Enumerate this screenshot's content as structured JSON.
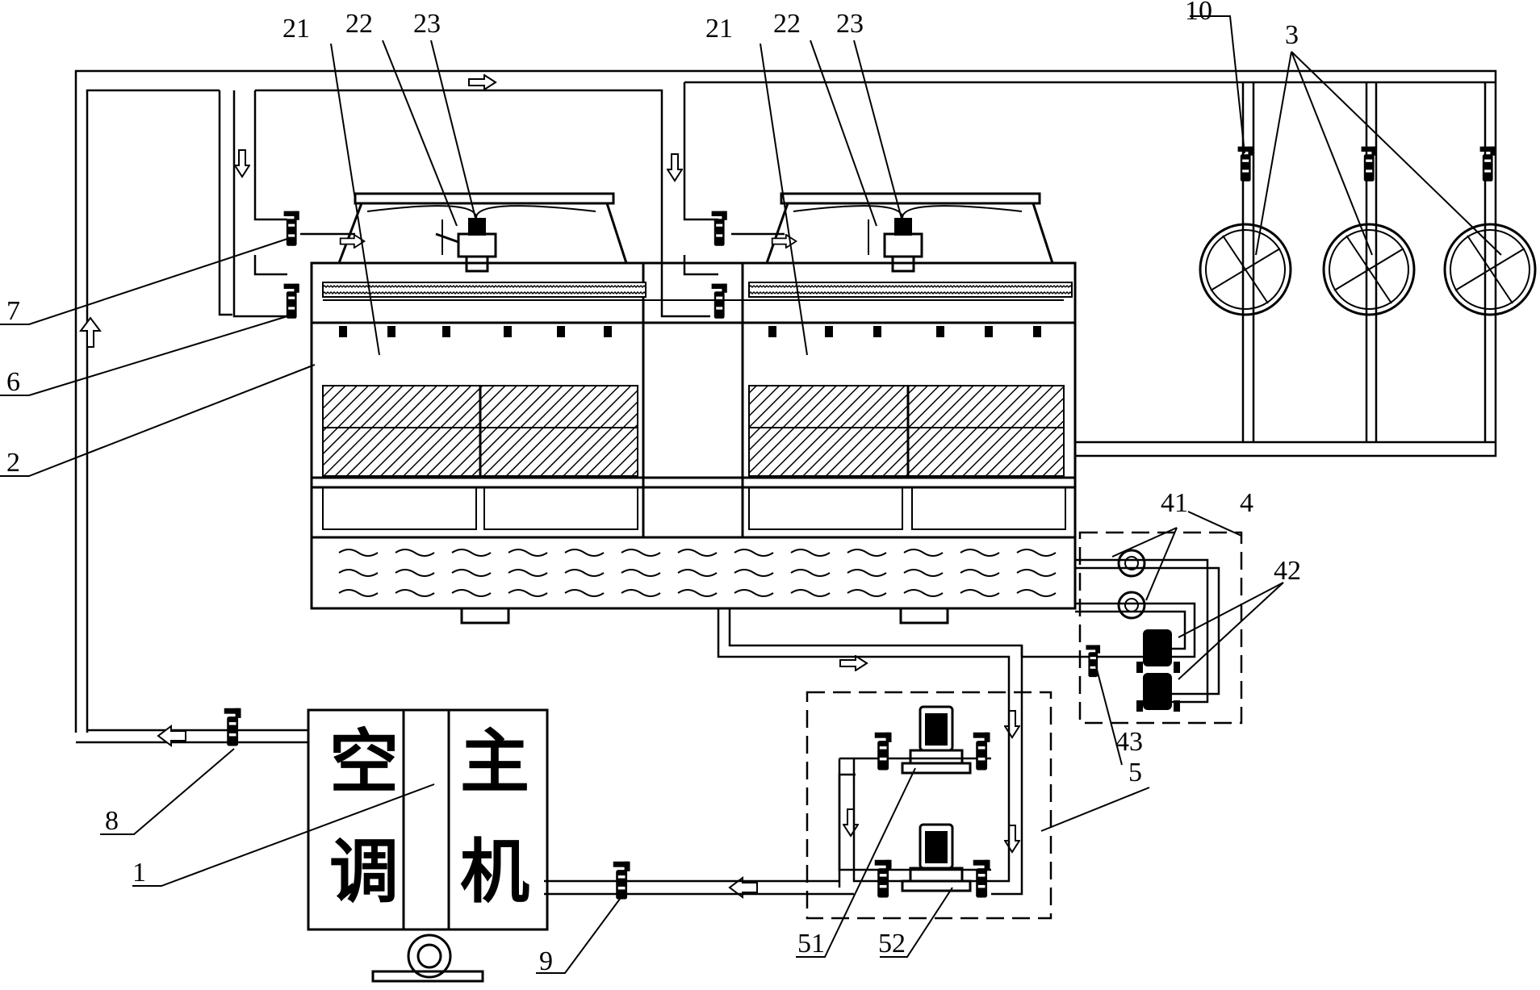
{
  "labels": {
    "l1": "1",
    "l2": "2",
    "l3": "3",
    "l4": "4",
    "l5": "5",
    "l6": "6",
    "l7": "7",
    "l8": "8",
    "l9": "9",
    "l10": "10",
    "l21a": "21",
    "l22a": "22",
    "l23a": "23",
    "l21b": "21",
    "l22b": "22",
    "l23b": "23",
    "l41": "41",
    "l42": "42",
    "l43": "43",
    "l51": "51",
    "l52": "52"
  },
  "main_unit": {
    "char1": "空",
    "char2": "调",
    "char3": "主",
    "char4": "机"
  }
}
